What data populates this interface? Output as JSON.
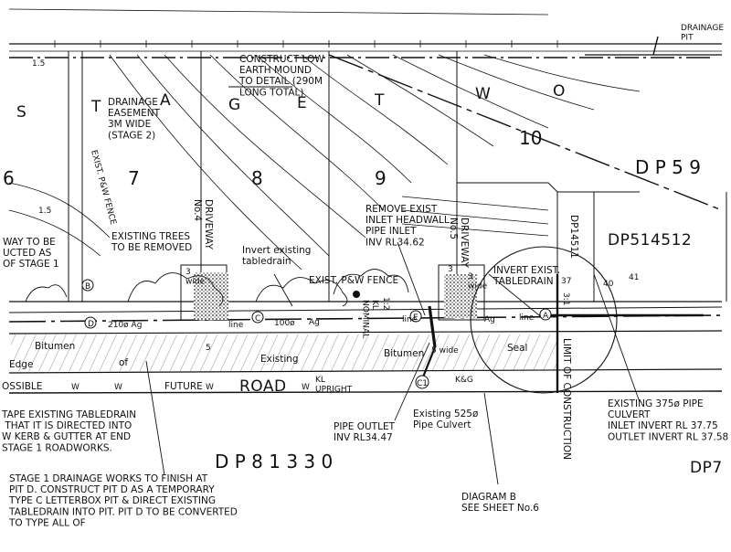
{
  "colors": {
    "ink": "#111111",
    "paper": "#ffffff",
    "shade": "#888888"
  },
  "labels": {
    "drainage_pit": "DRAINAGE\nPIT",
    "mound": "CONSTRUCT LOW\nEARTH MOUND\nTO DETAIL (290M\nLONG TOTAL)",
    "easement": "DRAINAGE\nEASEMENT\n3M WIDE\n(STAGE 2)",
    "estate_letters": [
      "S",
      "T",
      "A",
      "G",
      "E",
      "T",
      "W",
      "O"
    ],
    "lot_numbers": [
      "7",
      "8",
      "9",
      "10"
    ],
    "lot_six_edge": "6",
    "dp_top_right": "D P 5 9",
    "dp_14512": "DP514512",
    "dp_14511": "DP14511",
    "contour_1": "1.5",
    "contour_2": "1.5",
    "exist_fence_vertical": "EXIST. P&W FENCE",
    "driveway_4": "DRIVEWAY\nNo.4",
    "driveway_5": "DRIVEWAY\nNo.5",
    "trees_removed": "EXISTING TREES\nTO BE REMOVED",
    "invert_tabledrain": "Invert existing\ntabledrain",
    "remove_headwall": "REMOVE EXIST\nINLET HEADWALL\nPIPE INLET\nINV RL34.62",
    "exist_fence_horizontal": "EXIST. P&W FENCE",
    "invert_exist_tabledrain": "INVERT EXIST.\nTABLEDRAIN",
    "way_stage1": "WAY TO BE\nUCTED AS\nOF STAGE 1",
    "pit_b": "B",
    "pit_d": "D",
    "pit_c": "C",
    "pit_e": "E",
    "pit_a": "A",
    "pit_c1": "C1",
    "dim_3_wide": "3\nwide",
    "dim_3": "3",
    "dim_5": "5",
    "dim_5_wide": "5 wide",
    "ag_1": "210ø Ag",
    "ag_2": "100ø",
    "ag_3": "Ag",
    "ag_4": "Ag",
    "line_1": "line",
    "line_2": "line",
    "line_3": "line",
    "kl_nominal": "KL\nNOMINAL",
    "kl_upright": "KL\nUPRIGHT",
    "bitumen_1": "Bitumen",
    "edge_word": "Edge",
    "of_word": "of",
    "existing_word": "Existing",
    "bitumen_2": "Bitumen",
    "seal_word": "Seal",
    "kg": "K&G",
    "road_possible": "OSSIBLE",
    "road_w": "W",
    "road_future": "FUTURE",
    "road_word": "ROAD",
    "limit_construction": "LIMIT OF CONSTRUCTION",
    "tabledrain_note": "TAPE EXISTING TABLEDRAIN\n THAT IT IS DIRECTED INTO\nW KERB & GUTTER AT END\nSTAGE 1 ROADWORKS.",
    "pipe_outlet": "PIPE OUTLET\nINV RL34.47",
    "existing_525": "Existing 525ø\nPipe Culvert",
    "existing_375": "EXISTING 375ø PIPE\nCULVERT\nINLET INVERT RL 37.75\nOUTLET INVERT RL 37.58",
    "dp_81330": "D P 8 1 3 3 0",
    "dp_bottom_right": "DP7",
    "stage1_note": "STAGE 1 DRAINAGE WORKS TO FINISH AT\nPIT D.  CONSTRUCT PIT D AS A TEMPORARY\nTYPE C LETTERBOX PIT & DIRECT EXISTING\nTABLEDRAIN INTO PIT.  PIT D TO BE CONVERTED\nTO TYPE ALL OF",
    "diagram_b": "DIAGRAM B\nSEE SHEET No.6",
    "chain_1": "37",
    "chain_2": "41",
    "chain_3": "40",
    "slope_1": "1:2",
    "slope_2": "3:1"
  }
}
